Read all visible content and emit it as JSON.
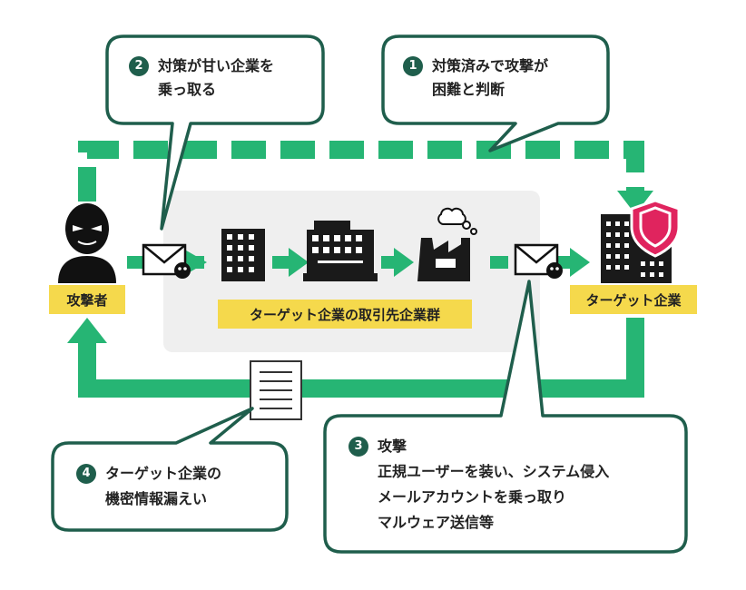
{
  "labels": {
    "attacker": "攻撃者",
    "supply_chain": "ターゲット企業の取引先企業群",
    "target": "ターゲット企業"
  },
  "bubbles": {
    "b1": {
      "num": "1",
      "lines": [
        "対策済みで攻撃が",
        "困難と判断"
      ]
    },
    "b2": {
      "num": "2",
      "lines": [
        "対策が甘い企業を",
        "乗っ取る"
      ]
    },
    "b3": {
      "num": "3",
      "lines": [
        "攻撃",
        "正規ユーザーを装い、システム侵入",
        "メールアカウントを乗っ取り",
        "マルウェア送信等"
      ]
    },
    "b4": {
      "num": "4",
      "lines": [
        "ターゲット企業の",
        "機密情報漏えい"
      ]
    }
  },
  "colors": {
    "green": "#26b574",
    "dark_green": "#1f5e4c",
    "yellow": "#f5d94c",
    "gray_panel": "#efefef",
    "shield": "#e0245e"
  },
  "icons": [
    "attacker-icon",
    "mail-malware-icon",
    "building-icon",
    "factory-icon",
    "shield-icon",
    "document-icon"
  ]
}
